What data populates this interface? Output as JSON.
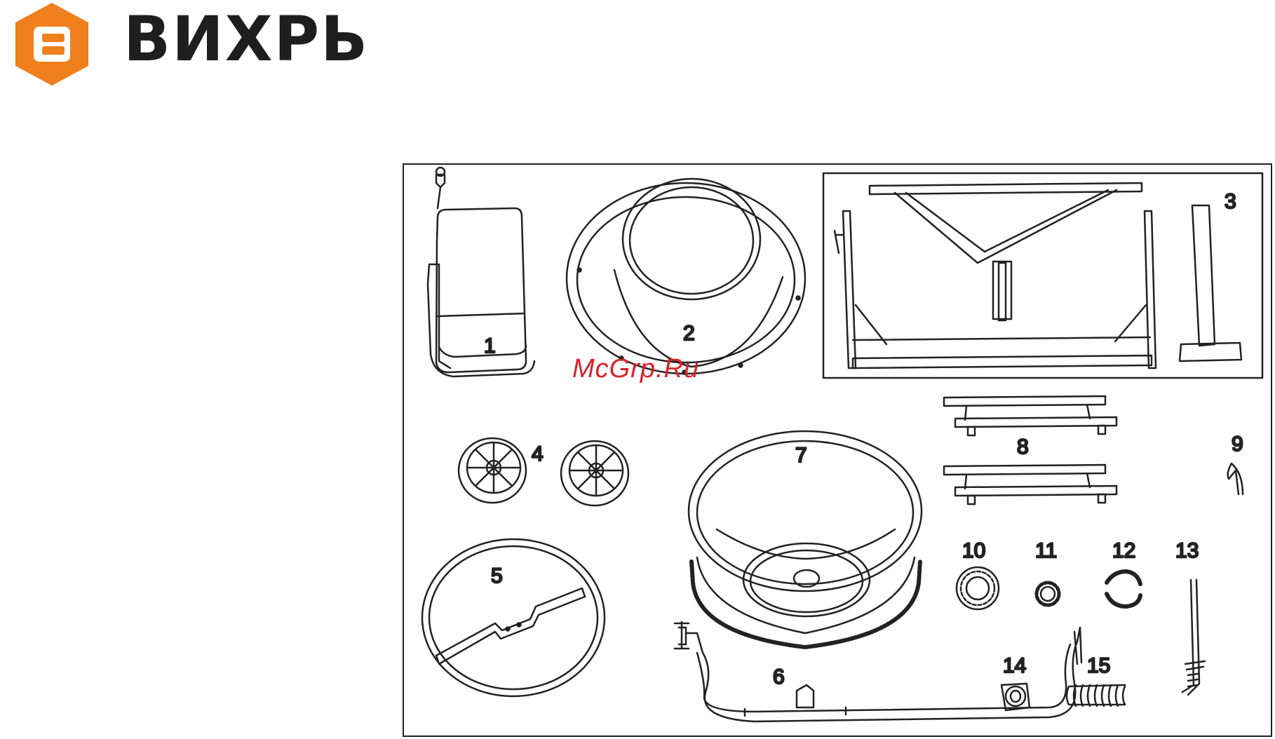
{
  "brand": {
    "name": "ВИХРЬ",
    "logo_letter": "В",
    "accent_color": "#f07f1d",
    "text_color": "#1e1e1e"
  },
  "watermark": {
    "text": "McGrp.Ru",
    "color": "#d8232a"
  },
  "parts": {
    "p1": "1",
    "p2": "2",
    "p3": "3",
    "p4": "4",
    "p5": "5",
    "p6": "6",
    "p7": "7",
    "p8": "8",
    "p9": "9",
    "p10": "10",
    "p11": "11",
    "p12": "12",
    "p13": "13",
    "p14": "14",
    "p15": "15"
  }
}
